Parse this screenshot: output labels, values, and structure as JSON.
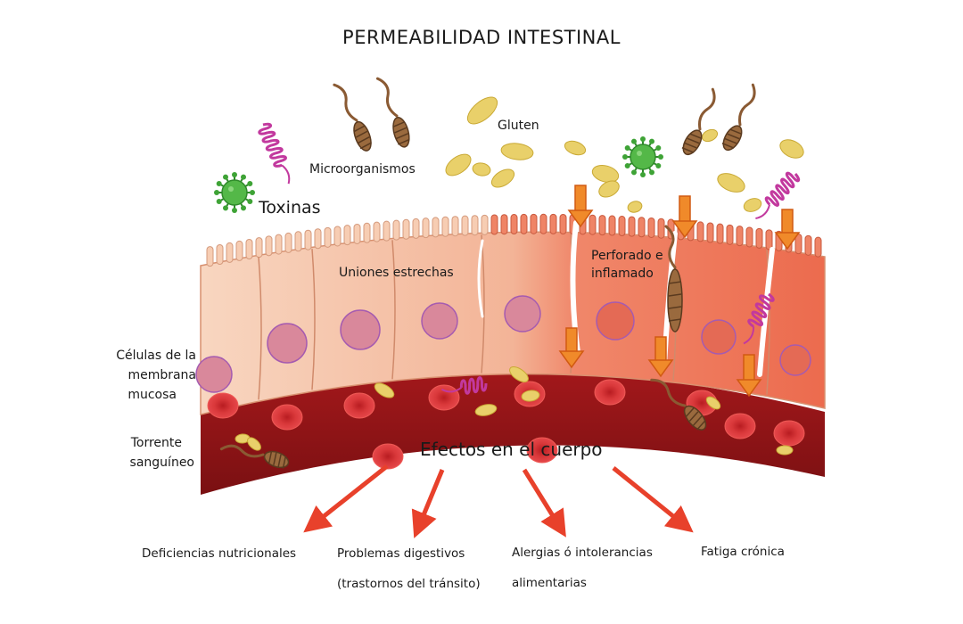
{
  "title": "PERMEABILIDAD INTESTINAL",
  "labels": {
    "microorganisms": "Microorganismos",
    "gluten": "Gluten",
    "toxins": "Toxinas",
    "tight_junctions": "Uniones estrechas",
    "perforated_line1": "Perforado e",
    "perforated_line2": "inflamado",
    "mucosa_line1": "Células de la",
    "mucosa_line2": "membrana",
    "mucosa_line3": "mucosa",
    "bloodstream_line1": "Torrente",
    "bloodstream_line2": "sanguíneo",
    "effects": "Efectos en el cuerpo"
  },
  "effects": [
    {
      "line1": "Deficiencias nutricionales",
      "line2": ""
    },
    {
      "line1": "Problemas digestivos",
      "line2": "(trastornos del tránsito)"
    },
    {
      "line1": "Alergias ó intolerancias",
      "line2": "alimentarias"
    },
    {
      "line1": "Fatiga crónica",
      "line2": ""
    }
  ],
  "colors": {
    "cell_healthy": "#f6c9ac",
    "cell_inflamed": "#ef7a5c",
    "nucleus": "#b98bc0",
    "blood": "#8e1416",
    "red_cell": "#d4262b",
    "gluten": "#e9d06a",
    "virus": "#54b848",
    "toxin": "#c2399e",
    "bacteria": "#8a5a33",
    "arrow_orange": "#f08a2a",
    "arrow_red": "#e8412b"
  }
}
